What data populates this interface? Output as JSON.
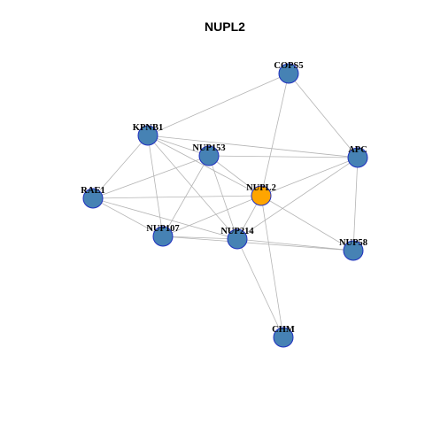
{
  "title": "NUPL2",
  "colors": {
    "node_default": "#4682b4",
    "node_focus": "#ffa500",
    "node_border": "#1f2fbf",
    "edge": "#b4b4b4"
  },
  "nodes": [
    {
      "id": "COPS5",
      "focus": false
    },
    {
      "id": "KPNB1",
      "focus": false
    },
    {
      "id": "NUP153",
      "focus": false
    },
    {
      "id": "APC",
      "focus": false
    },
    {
      "id": "NUPL2",
      "focus": true
    },
    {
      "id": "RAE1",
      "focus": false
    },
    {
      "id": "NUP107",
      "focus": false
    },
    {
      "id": "NUP214",
      "focus": false
    },
    {
      "id": "NUP58",
      "focus": false
    },
    {
      "id": "CHM",
      "focus": false
    }
  ],
  "edges": [
    [
      "COPS5",
      "KPNB1"
    ],
    [
      "COPS5",
      "NUPL2"
    ],
    [
      "COPS5",
      "APC"
    ],
    [
      "KPNB1",
      "RAE1"
    ],
    [
      "KPNB1",
      "NUP153"
    ],
    [
      "KPNB1",
      "NUPL2"
    ],
    [
      "KPNB1",
      "NUP107"
    ],
    [
      "KPNB1",
      "NUP214"
    ],
    [
      "KPNB1",
      "APC"
    ],
    [
      "NUP153",
      "RAE1"
    ],
    [
      "NUP153",
      "APC"
    ],
    [
      "NUP153",
      "NUPL2"
    ],
    [
      "NUP153",
      "NUP107"
    ],
    [
      "NUP153",
      "NUP214"
    ],
    [
      "APC",
      "NUPL2"
    ],
    [
      "APC",
      "NUP214"
    ],
    [
      "APC",
      "NUP58"
    ],
    [
      "RAE1",
      "NUPL2"
    ],
    [
      "RAE1",
      "NUP107"
    ],
    [
      "RAE1",
      "NUP214"
    ],
    [
      "NUPL2",
      "NUP107"
    ],
    [
      "NUPL2",
      "NUP214"
    ],
    [
      "NUPL2",
      "NUP58"
    ],
    [
      "NUPL2",
      "CHM"
    ],
    [
      "NUP107",
      "NUP214"
    ],
    [
      "NUP107",
      "NUP58"
    ],
    [
      "NUP214",
      "NUP58"
    ],
    [
      "NUP214",
      "CHM"
    ]
  ]
}
